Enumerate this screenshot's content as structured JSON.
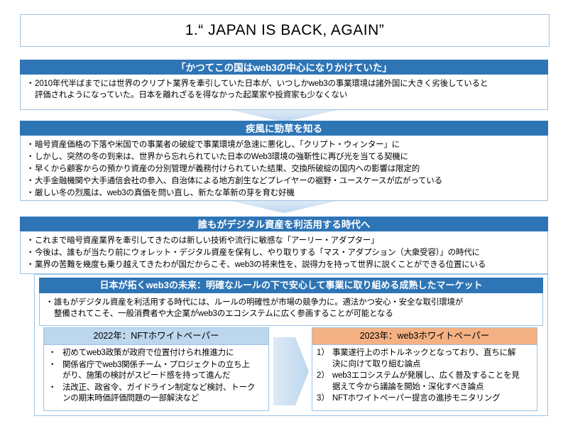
{
  "slide": {
    "title": "1.“ JAPAN IS BACK, AGAIN”"
  },
  "colors": {
    "header_blue": "#2E75B6",
    "light_blue": "#BDD7EE",
    "border_blue": "#9DC3E6",
    "orange": "#F4B183",
    "white": "#FFFFFF"
  },
  "sections": [
    {
      "id": "section-1",
      "header": "「かつてこの国はweb3の中心になりかけていた」",
      "bullets": [
        {
          "mark": "・",
          "lines": [
            "2010年代半ばまでには世界のクリプト業界を牽引していた日本が、いつしかweb3の事業環境は諸外国に大きく劣後していると",
            "評価されようになっていた。日本を離れざるを得なかった起業家や投資家も少なくない"
          ]
        }
      ]
    },
    {
      "id": "section-2",
      "header": "疾風に勁草を知る",
      "bullets": [
        {
          "mark": "・",
          "lines": [
            "暗号資産価格の下落や米国での事業者の破綻で事業環境が急速に悪化し、「クリプト・ウィンター」に"
          ]
        },
        {
          "mark": "・",
          "lines": [
            "しかし、突然の冬の到来は、世界から忘れられていた日本のWeb3環境の強靳性に再び光を当てる契機に"
          ]
        },
        {
          "mark": "・",
          "lines": [
            "早くから顧客からの預かり資産の分別管理が義務付けられていた結果、交換所破綻の国内への影響は限定的"
          ]
        },
        {
          "mark": "・",
          "lines": [
            "大手金融機関や大手通信会社の参入、自治体による地方創生などプレイヤーの裾野・ユースケースが広がっている"
          ]
        },
        {
          "mark": "・",
          "lines": [
            "厳しい冬の烈風は、web3の真価を問い直し、新たな革新の芽を育む好機"
          ]
        }
      ]
    },
    {
      "id": "section-3",
      "header": "誰もがデジタル資産を利活用する時代へ",
      "bullets": [
        {
          "mark": "・",
          "lines": [
            "これまで暗号資産業界を牽引してきたのは新しい技術や流行に敏感な「アーリー・アダプター」"
          ]
        },
        {
          "mark": "・",
          "lines": [
            "今後は、誰もが当たり前にウォレット・デジタル資産を保有し、やり取りする「マス・アダプション（大衆受容）」の時代に"
          ]
        },
        {
          "mark": "・",
          "lines": [
            "業界の苦難を幾度も乗り越えてきたわが国だからこそ、web3の将来性を、説得力を持って世界に説くことができる位置にいる"
          ]
        }
      ]
    }
  ],
  "section4": {
    "id": "section-4",
    "header": "日本が拓くweb3の未来：明確なルールの下で安心して事業に取り組める成熟したマーケット",
    "bullet": {
      "mark": "・",
      "lines": [
        "誰もがデジタル資産を利活用する時代には、ルールの明確性が市場の競争力に。適法かつ安心・安全な取引環境が",
        "整備されてこそ、一般消費者や大企業がweb3のエコシステムに広く参画することが可能となる"
      ]
    },
    "left_box": {
      "header": "2022年：NFTホワイトペーパー",
      "items": [
        {
          "mark": "・",
          "lines": [
            "初めてweb3政策が政府で位置付けられ推進力に"
          ]
        },
        {
          "mark": "・",
          "lines": [
            "関係省庁でweb3関係チーム・プロジェクトの立ち上",
            "がり、施策の検討がスピード感を持って進んだ"
          ]
        },
        {
          "mark": "・",
          "lines": [
            "法改正、政省令、ガイドライン制定など検討、トーク",
            "ンの期末時価評価問題の一部解決など"
          ]
        }
      ]
    },
    "right_box": {
      "header": "2023年：web3ホワイトペーパー",
      "items": [
        {
          "mark": "1）",
          "lines": [
            "事業遂行上のボトルネックとなっており、直ちに解",
            "決に向けて取り組む論点"
          ]
        },
        {
          "mark": "2）",
          "lines": [
            "web3エコシステムが発展し、広く普及することを見",
            "据えて今から議論を開始・深化すべき論点"
          ]
        },
        {
          "mark": "3）",
          "lines": [
            "NFTホワイトペーパー提言の進捗モニタリング"
          ]
        }
      ]
    }
  }
}
